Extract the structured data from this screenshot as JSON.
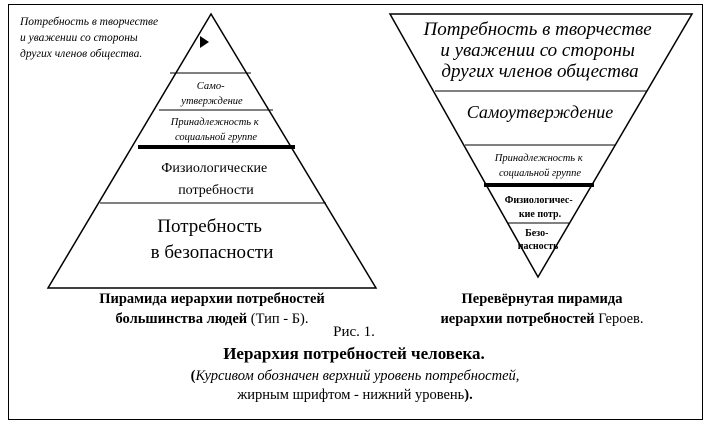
{
  "left_pyramid": {
    "top_note": [
      "Потребность в творчестве",
      "и уважении со стороны",
      "других членов общества."
    ],
    "level_self": [
      "Само-",
      "утверждение"
    ],
    "level_belong": [
      "Принадлежность к",
      "социальной группе"
    ],
    "level_phys": [
      "Физиологические",
      "потребности"
    ],
    "level_safety": [
      "Потребность",
      "в безопасности"
    ],
    "caption_bold_1": "Пирамида иерархии потребностей",
    "caption_bold_2": "большинства людей",
    "caption_plain_2": " (Тип - Б)."
  },
  "right_pyramid": {
    "level_creative": [
      "Потребность в творчестве",
      "и уважении со стороны",
      "других членов общества"
    ],
    "level_self": "Самоутверждение",
    "level_belong": [
      "Принадлежность к",
      "социальной группе"
    ],
    "level_phys": [
      "Физиологичес-",
      "кие потр."
    ],
    "level_safety": [
      "Безо-",
      "пасность"
    ],
    "caption_bold_1": "Перевёрнутая пирамида",
    "caption_bold_2": "иерархии потребностей",
    "caption_plain_2": " Героев."
  },
  "figure": {
    "label": "Рис. 1.",
    "title": "Иерархия потребностей человека.",
    "note_open": "(",
    "note_italic": "Курсивом обозначен верхний уровень потребностей,",
    "note_line2_plain": "жирным шрифтом - нижний уровень",
    "note_close": ")."
  }
}
